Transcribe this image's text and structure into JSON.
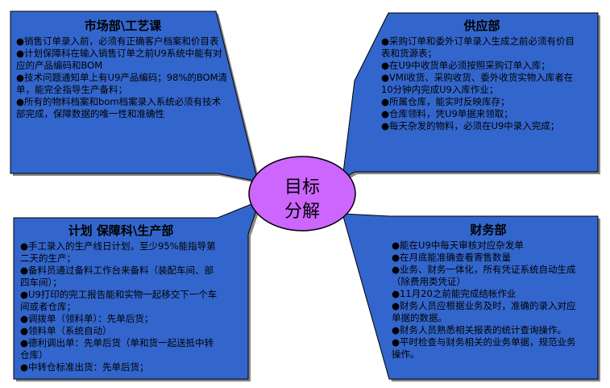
{
  "center": {
    "line1": "目标",
    "line2": "分解"
  },
  "colors": {
    "box": "#3366cc",
    "center": "#cc66ff",
    "border": "#000000"
  },
  "boxes": [
    {
      "title": "市场部\\工艺课",
      "items": [
        "销售订单录入前，必须有正确客户档案和价目表",
        "计划保障科在输入销售订单之前U9系统中能有对应的产品编码和BOM",
        "技术问题通知单上有U9产品编码；98%的BOM清单，能完全指导生产备料；",
        "所有的物料档案和bom档案录入系统必须有技术部完成，保障数据的唯一性和准确性"
      ]
    },
    {
      "title": "供应部",
      "items": [
        "采购订单和委外订单录入生成之前必须有价目表和货源表；",
        "在U9中收货单必须按照采购订单入库；",
        "VMI收货、采购收货、委外收货实物入库者在10分钟内完成U9入库作业；",
        "所属仓库，能实时反映库存；",
        "仓库领料，凭U9单据来领取；",
        "每天杂发的物料，必须在U9中录入完成；"
      ]
    },
    {
      "title": "计划 保障科\\生产部",
      "items": [
        "手工录入的生产线日计划，至少95%能指导第二天的生产；",
        "备料员通过备料工作台来备料（装配车间、部四车间）；",
        "U9打印的完工报告能和实物一起移交下一个车间或者仓库；",
        "调拨单（领料单）：先单后货；",
        "领料单（系统自动）",
        "德利调出单：先单后货（单和货一起送抵中转仓库）",
        "中转仓标准出货：先单后货；"
      ]
    },
    {
      "title": "财务部",
      "items": [
        "能在U9中每天审核对应杂发单",
        "在月底能准确查看寄售数量",
        "业务、财务一体化，所有凭证系统自动生成（除费用类凭证）",
        "11月20之前能完成结帐作业",
        "财务人员应根据业务及时，准确的录入对应单据的数据。",
        "财务人员熟悉相关报表的统计查询操作。",
        "平时检查与财务相关的业务单据，规范业务操作。"
      ]
    }
  ]
}
